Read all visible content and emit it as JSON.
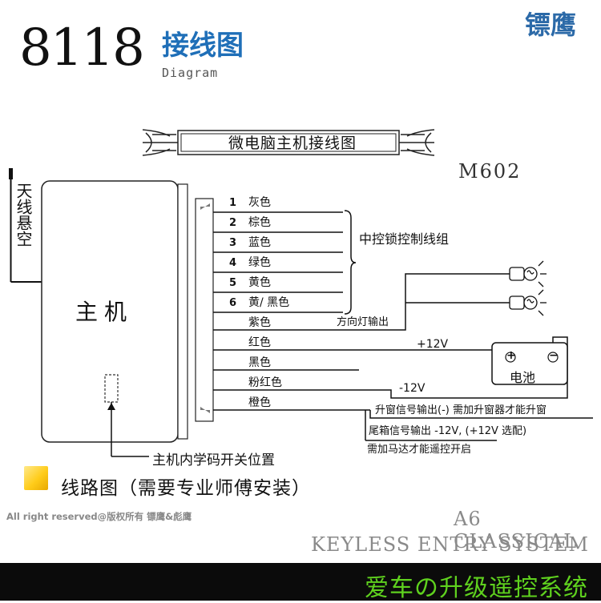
{
  "header": {
    "model_number": "8118",
    "title_cn": "接线图",
    "title_en": "Diagram",
    "brand": "镖鹰"
  },
  "diagram": {
    "banner_title": "微电脑主机接线图",
    "model_code": "M602",
    "antenna_label": "天线悬空",
    "unit_label": "主机",
    "wires": [
      {
        "num": "1",
        "color_name": "灰色"
      },
      {
        "num": "2",
        "color_name": "棕色"
      },
      {
        "num": "3",
        "color_name": "蓝色"
      },
      {
        "num": "4",
        "color_name": "绿色"
      },
      {
        "num": "5",
        "color_name": "黄色"
      },
      {
        "num": "6",
        "color_name": "黄/ 黑色"
      },
      {
        "num": "",
        "color_name": "紫色"
      },
      {
        "num": "",
        "color_name": "红色"
      },
      {
        "num": "",
        "color_name": "黑色"
      },
      {
        "num": "",
        "color_name": "粉红色"
      },
      {
        "num": "",
        "color_name": "橙色"
      }
    ],
    "central_lock_label": "中控锁控制线组",
    "turn_signal_label": "方向灯输出",
    "plus12_label": "+12V",
    "minus12_label": "-12V",
    "battery_label": "电池",
    "battery_plus": "+",
    "battery_minus": "−",
    "window_output": "升窗信号输出(-) 需加升窗器才能升窗",
    "trunk_output": "尾箱信号输出 -12V, (+12V 选配)",
    "trunk_note": "需加马达才能遥控开启",
    "learn_switch_label": "主机内学码开关位置"
  },
  "legend": {
    "text": "线路图（需要专业师傅安装）"
  },
  "footer": {
    "copyright": "All right reserved@版权所有 镖鹰&彪鹰",
    "tagline_1": "A6 CLASSICAL",
    "tagline_2": "KEYLESS ENTRY SYSTEM",
    "slogan": "爱车の升级遥控系统"
  },
  "colors": {
    "title_blue": "#1f6fb8",
    "footer_bg": "#0b0b0b",
    "footer_text": "#5fd11e",
    "legend_swatch": "#ffcc1a"
  }
}
